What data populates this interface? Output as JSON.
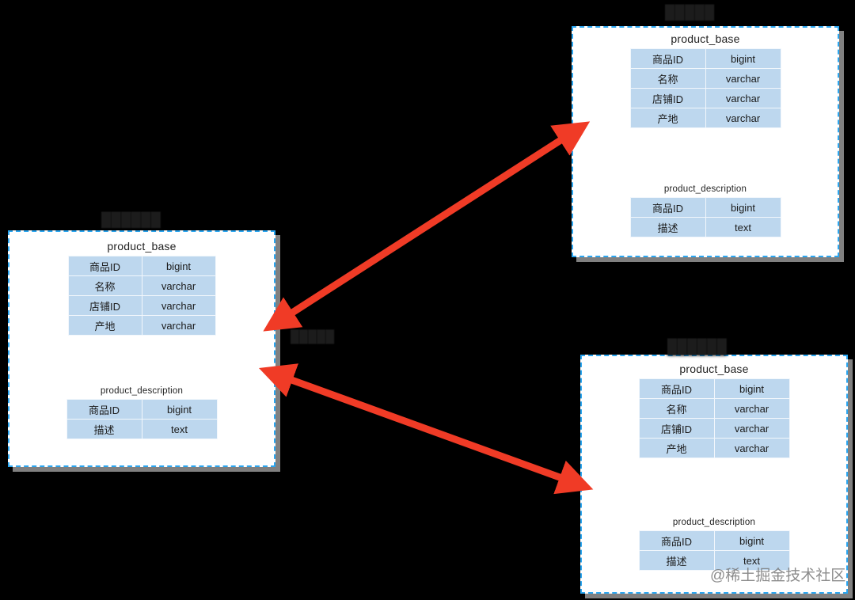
{
  "canvas": {
    "background_color": "#000000",
    "panel_background": "#ffffff",
    "panel_border_color": "#2ba6f0",
    "table_fill_color": "#bdd7ee",
    "arrow_color": "#f03b26"
  },
  "panels": [
    {
      "id": "left",
      "obscured_title": "██████",
      "tables": [
        {
          "name": "product_base",
          "rows": [
            {
              "field": "商品ID",
              "type": "bigint"
            },
            {
              "field": "名称",
              "type": "varchar"
            },
            {
              "field": "店铺ID",
              "type": "varchar"
            },
            {
              "field": "产地",
              "type": "varchar"
            }
          ]
        },
        {
          "name": "product_description",
          "rows": [
            {
              "field": "商品ID",
              "type": "bigint"
            },
            {
              "field": "描述",
              "type": "text"
            }
          ]
        }
      ]
    },
    {
      "id": "top-right",
      "obscured_title": "█████",
      "tables": [
        {
          "name": "product_base",
          "rows": [
            {
              "field": "商品ID",
              "type": "bigint"
            },
            {
              "field": "名称",
              "type": "varchar"
            },
            {
              "field": "店铺ID",
              "type": "varchar"
            },
            {
              "field": "产地",
              "type": "varchar"
            }
          ]
        },
        {
          "name": "product_description",
          "rows": [
            {
              "field": "商品ID",
              "type": "bigint"
            },
            {
              "field": "描述",
              "type": "text"
            }
          ]
        }
      ]
    },
    {
      "id": "bottom-right",
      "obscured_title": "██████",
      "tables": [
        {
          "name": "product_base",
          "rows": [
            {
              "field": "商品ID",
              "type": "bigint"
            },
            {
              "field": "名称",
              "type": "varchar"
            },
            {
              "field": "店铺ID",
              "type": "varchar"
            },
            {
              "field": "产地",
              "type": "varchar"
            }
          ]
        },
        {
          "name": "product_description",
          "rows": [
            {
              "field": "商品ID",
              "type": "bigint"
            },
            {
              "field": "描述",
              "type": "text"
            }
          ]
        }
      ]
    }
  ],
  "center_label": {
    "obscured_text": "█████"
  },
  "connectors": [
    {
      "id": "left-to-top-right",
      "style": "double-headed-arrow",
      "color": "#f03b26"
    },
    {
      "id": "left-to-bottom-right",
      "style": "double-headed-arrow",
      "color": "#f03b26"
    }
  ],
  "watermark": {
    "text": "@稀土掘金技术社区"
  }
}
